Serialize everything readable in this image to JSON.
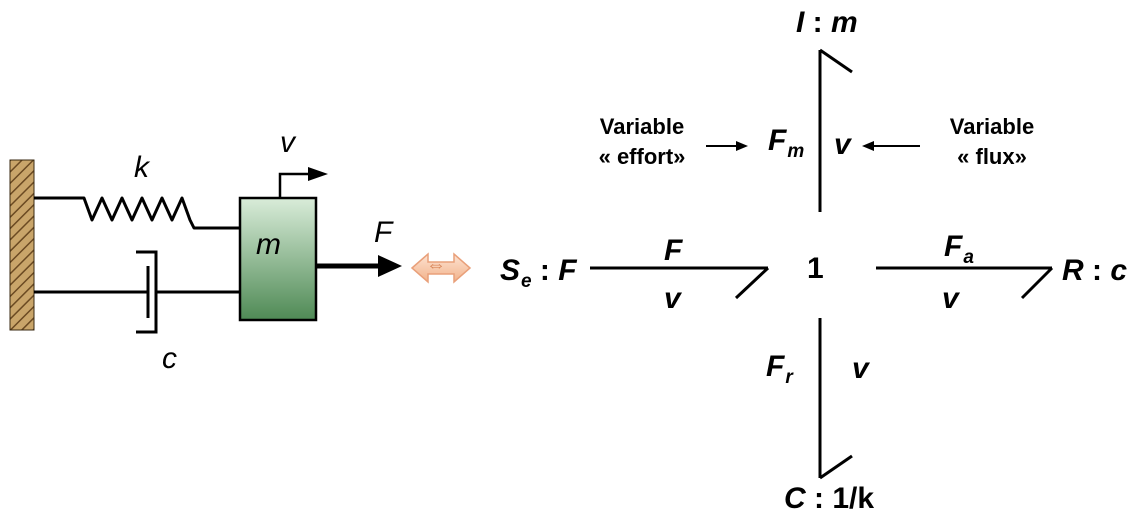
{
  "mechanical": {
    "spring_label": "k",
    "damper_label": "c",
    "mass_label": "m",
    "velocity_label": "v",
    "force_label": "F"
  },
  "equivalence_symbol": "⇔",
  "bond_graph": {
    "junction": "1",
    "top_element": {
      "name": "I",
      "sep": " : ",
      "param": "m"
    },
    "left_element": {
      "name": "S",
      "sub": "e",
      "sep": " : ",
      "param": "F"
    },
    "right_element": {
      "name": "R",
      "sep": " : ",
      "param": "c"
    },
    "bottom_element": {
      "name": "C",
      "sep": " : ",
      "param": "1/k"
    },
    "top_bond": {
      "effort": "F",
      "effort_sub": "m",
      "flow": "v"
    },
    "left_bond": {
      "effort": "F",
      "flow": "v"
    },
    "right_bond": {
      "effort": "F",
      "effort_sub": "a",
      "flow": "v"
    },
    "bottom_bond": {
      "effort": "F",
      "effort_sub": "r",
      "flow": "v"
    }
  },
  "annotations": {
    "effort_line1": "Variable",
    "effort_line2": "« effort»",
    "flux_line1": "Variable",
    "flux_line2": "« flux»"
  },
  "colors": {
    "wall_hatch": "#9b7a4a",
    "mass_fill_top": "#d9ecd9",
    "mass_fill_bottom": "#4f8a55",
    "equivalence_fill": "#f7c8a8"
  }
}
